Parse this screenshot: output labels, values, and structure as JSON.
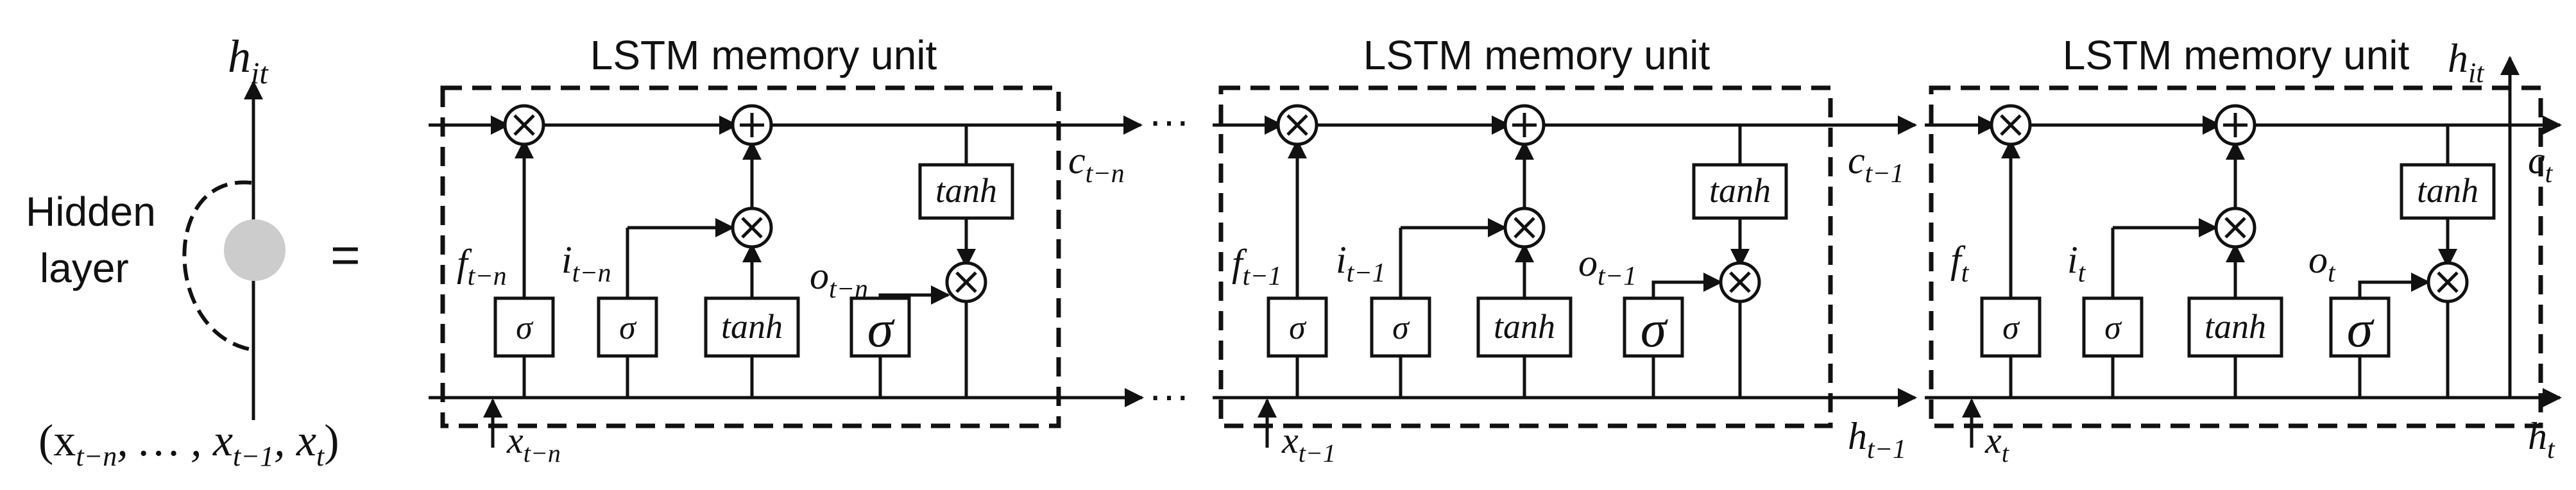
{
  "left": {
    "hidden_label_line1": "Hidden",
    "hidden_label_line2": "layer",
    "output_label": "h",
    "output_sub": "it",
    "equals": "=",
    "input_label": "(x",
    "input_sub1": "t−n",
    "input_mid1": ", … , x",
    "input_sub2": "t−1",
    "input_mid2": ", x",
    "input_sub3": "t",
    "input_end": ")"
  },
  "units": [
    {
      "title": "LSTM memory unit",
      "f": "f",
      "f_sub": "t−n",
      "i": "i",
      "i_sub": "t−n",
      "o": "o",
      "o_sub": "t−n",
      "x": "x",
      "x_sub": "t−n",
      "c": "c",
      "c_sub": "t−n",
      "sigma": "σ",
      "tanh": "tanh",
      "plus": "+",
      "times": "×"
    },
    {
      "title": "LSTM memory unit",
      "f": "f",
      "f_sub": "t−1",
      "i": "i",
      "i_sub": "t−1",
      "o": "o",
      "o_sub": "t−1",
      "x": "x",
      "x_sub": "t−1",
      "c": "c",
      "c_sub": "t−1",
      "h": "h",
      "h_sub": "t−1",
      "sigma": "σ",
      "tanh": "tanh",
      "plus": "+",
      "times": "×"
    },
    {
      "title": "LSTM memory unit",
      "f": "f",
      "f_sub": "t",
      "i": "i",
      "i_sub": "t",
      "o": "o",
      "o_sub": "t",
      "x": "x",
      "x_sub": "t",
      "c": "c",
      "c_sub": "t",
      "h": "h",
      "h_sub": "t",
      "hit": "h",
      "hit_sub": "it",
      "sigma": "σ",
      "tanh": "tanh",
      "plus": "+",
      "times": "×"
    }
  ],
  "connector": "···"
}
